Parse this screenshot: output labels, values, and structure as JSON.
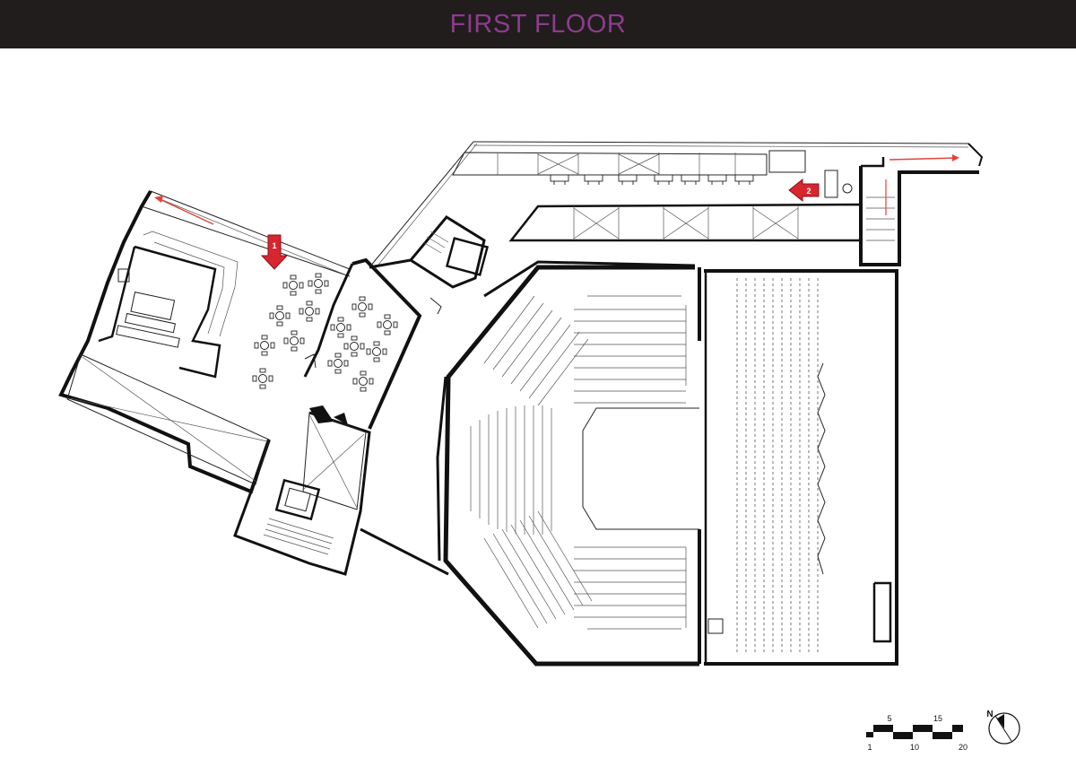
{
  "header": {
    "title": "FIRST FLOOR"
  },
  "markers": [
    {
      "label": "1",
      "icon": "red-arrow-down-icon"
    },
    {
      "label": "2",
      "icon": "red-arrow-left-icon"
    }
  ],
  "scale_bar": {
    "top_labels": [
      "5",
      "15"
    ],
    "bottom_labels": [
      "1",
      "10",
      "20"
    ]
  },
  "north_arrow": {
    "label": "N",
    "icon": "north-arrow-icon"
  },
  "colors": {
    "header_bg": "#211d1d",
    "title": "#8c3c8c",
    "marker": "#d7262f",
    "exit_route": "#e0443a",
    "walls": "#111111"
  }
}
